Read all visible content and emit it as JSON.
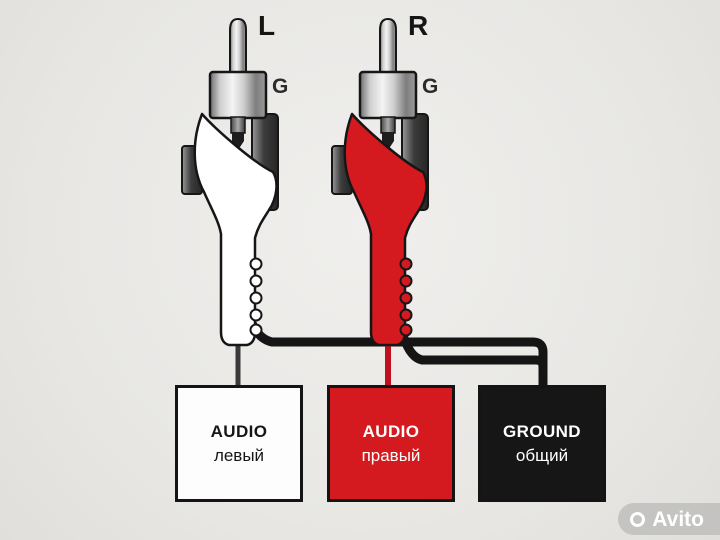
{
  "connectors": {
    "left": {
      "channel_label": "L",
      "ground_label": "G",
      "body_color": "#ffffff",
      "wire_color": "#3a3a3a"
    },
    "right": {
      "channel_label": "R",
      "ground_label": "G",
      "body_color": "#d4191f",
      "wire_color": "#c01020"
    }
  },
  "boxes": [
    {
      "title": "AUDIO",
      "subtitle": "левый",
      "bg": "#fdfdfd",
      "text_color": "#161616"
    },
    {
      "title": "AUDIO",
      "subtitle": "правый",
      "bg": "#d4191f",
      "text_color": "#ffffff"
    },
    {
      "title": "GROUND",
      "subtitle": "общий",
      "bg": "#161616",
      "text_color": "#ffffff"
    }
  ],
  "watermark": {
    "text": "Avito"
  },
  "colors": {
    "background": "#e8e7e4",
    "outline": "#161616",
    "ground_wire": "#151515"
  }
}
